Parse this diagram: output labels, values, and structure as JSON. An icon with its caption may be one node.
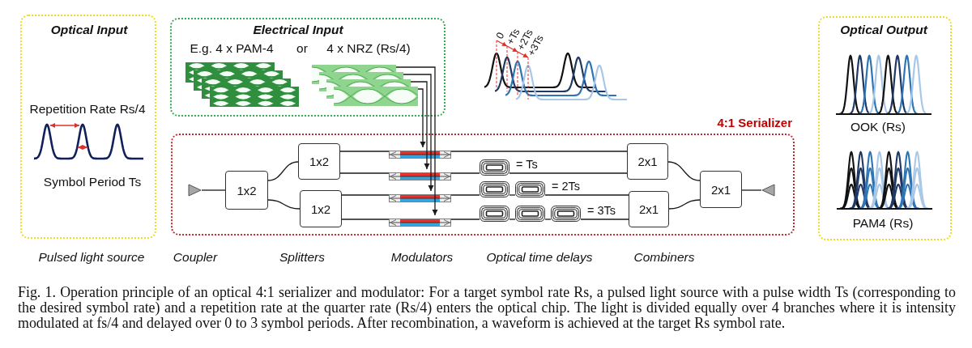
{
  "diagram": {
    "caption": "Fig. 1. Operation principle of an optical 4:1 serializer and modulator: For a target symbol rate Rs, a pulsed light source with a pulse width Ts (corresponding to the desired symbol rate) and a repetition rate at the quarter rate (Rs/4) enters the optical chip. The light is divided equally over 4 branches where it is intensity modulated at fs/4 and delayed over 0 to 3 symbol periods. After recombination, a waveform is achieved at the target Rs symbol rate.",
    "nodes": [
      {
        "text": [
          "Optical Input",
          "Repetition Rate Rs/4",
          "Symbol Period Ts"
        ],
        "beside": [
          "Pulsed light source"
        ]
      },
      {
        "text": [
          "Electrical Input",
          "E.g. 4 x PAM-4",
          "or",
          "4 x NRZ (Rs/4)"
        ]
      },
      {
        "text": [],
        "shape": "picture",
        "in": 1
      },
      {
        "text": [],
        "shape": "picture",
        "in": 1
      },
      {
        "text": [],
        "shape": "picture",
        "in": 1
      },
      {
        "text": [],
        "shape": "picture",
        "in": 1
      },
      {
        "text": [],
        "shape": "picture",
        "in": 1
      },
      {
        "text": [],
        "shape": "picture",
        "in": 1
      },
      {
        "text": [],
        "shape": "picture",
        "in": 1
      },
      {
        "text": [],
        "shape": "picture",
        "in": 1
      },
      {
        "text": [
          "4:1 Serializer"
        ]
      },
      {
        "text": [],
        "shape": "triangle",
        "in": 10
      },
      {
        "text": [
          "1x2"
        ],
        "in": 10
      },
      {
        "text": [
          "1x2"
        ],
        "in": 10
      },
      {
        "text": [
          "1x2"
        ],
        "in": 10
      },
      {
        "text": [],
        "shape": "box",
        "in": 10
      },
      {
        "text": [],
        "shape": "box",
        "in": 10
      },
      {
        "text": [],
        "shape": "box",
        "in": 10
      },
      {
        "text": [],
        "shape": "box",
        "in": 10
      },
      {
        "text": [],
        "shape": "spiral",
        "in": 10,
        "beside": [
          "= Ts"
        ]
      },
      {
        "text": [],
        "shape": "spiral",
        "in": 10
      },
      {
        "text": [],
        "shape": "spiral",
        "in": 10,
        "beside": [
          "= 2Ts"
        ]
      },
      {
        "text": [],
        "shape": "spiral",
        "in": 10
      },
      {
        "text": [],
        "shape": "spiral",
        "in": 10
      },
      {
        "text": [],
        "shape": "spiral",
        "in": 10,
        "beside": [
          "= 3Ts"
        ]
      },
      {
        "text": [
          "2x1"
        ],
        "in": 10
      },
      {
        "text": [
          "2x1"
        ],
        "in": 10
      },
      {
        "text": [
          "2x1"
        ],
        "in": 10
      },
      {
        "text": [],
        "shape": "triangle",
        "in": 10
      },
      {
        "text": [
          "Optical Output",
          "OOK (Rs)",
          "PAM4 (Rs)"
        ]
      }
    ],
    "edges": [
      {
        "from": 11,
        "to": 12,
        "arrow": "none"
      },
      {
        "from": 12,
        "to": 13,
        "arrow": "none"
      },
      {
        "from": 12,
        "to": 14,
        "arrow": "none"
      },
      {
        "from": 13,
        "to": 15,
        "arrow": "none"
      },
      {
        "from": 13,
        "to": 16,
        "arrow": "none"
      },
      {
        "from": 14,
        "to": 17,
        "arrow": "none"
      },
      {
        "from": 14,
        "to": 18,
        "arrow": "none"
      },
      {
        "from": 15,
        "to": 25,
        "arrow": "none"
      },
      {
        "from": 16,
        "to": 19,
        "arrow": "none"
      },
      {
        "from": 19,
        "to": 25,
        "arrow": "none"
      },
      {
        "from": 17,
        "to": 20,
        "arrow": "none"
      },
      {
        "from": 20,
        "to": 21,
        "arrow": "none"
      },
      {
        "from": 21,
        "to": 26,
        "arrow": "none"
      },
      {
        "from": 18,
        "to": 22,
        "arrow": "none"
      },
      {
        "from": 22,
        "to": 23,
        "arrow": "none"
      },
      {
        "from": 23,
        "to": 24,
        "arrow": "none"
      },
      {
        "from": 24,
        "to": 26,
        "arrow": "none"
      },
      {
        "from": 25,
        "to": 27,
        "arrow": "none"
      },
      {
        "from": 26,
        "to": 27,
        "arrow": "none"
      },
      {
        "from": 27,
        "to": 28,
        "arrow": "none"
      },
      {
        "from": 9,
        "to": 15,
        "arrow": "to"
      },
      {
        "from": 8,
        "to": 16,
        "arrow": "to"
      },
      {
        "from": 7,
        "to": 17,
        "arrow": "to"
      },
      {
        "from": 6,
        "to": 18,
        "arrow": "to"
      }
    ],
    "labels": [
      "0",
      "+Ts",
      "+2Ts",
      "+3Ts",
      "Coupler",
      "Splitters",
      "Modulators",
      "Optical time delays",
      "Combiners"
    ]
  }
}
